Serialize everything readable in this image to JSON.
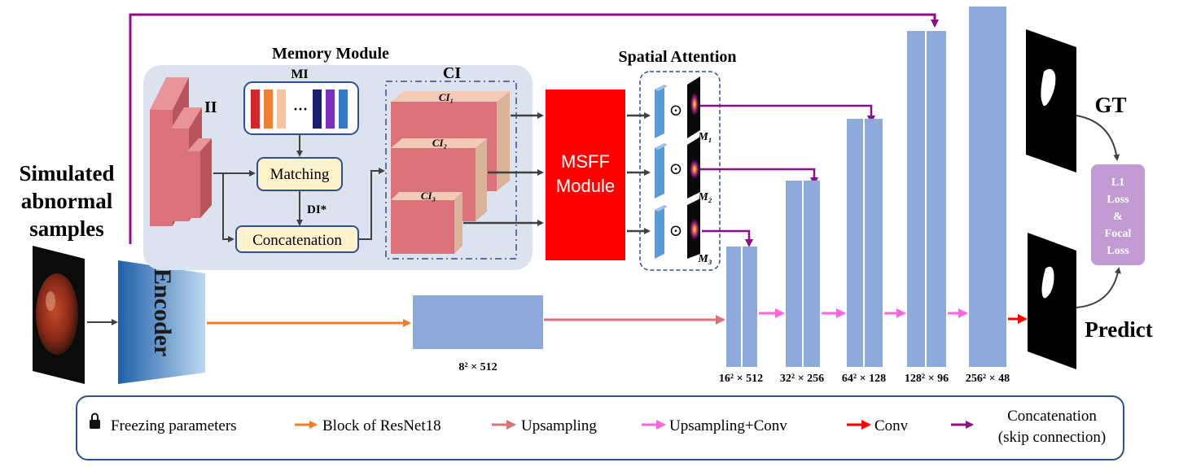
{
  "left_input": {
    "title_line1": "Simulated",
    "title_line2": "abnormal",
    "title_line3": "samples"
  },
  "encoder": {
    "label": "Encoder"
  },
  "memory_module": {
    "title": "Memory Module",
    "ii_label": "II",
    "mi_label": "MI",
    "mi_ellipsis": "···",
    "ci_label": "CI",
    "ci_items": [
      "CI₁",
      "CI₂",
      "CI₃"
    ],
    "matching_label": "Matching",
    "concat_label": "Concatenation",
    "di_label": "DI*",
    "mi_colors": [
      "#d0292b",
      "#f07f2e",
      "#f6c3a0",
      "#ffffff",
      "#1b1e6b",
      "#7b2fbf",
      "#3378c9"
    ]
  },
  "msff": {
    "line1": "MSFF",
    "line2": "Module"
  },
  "spatial_attention": {
    "title": "Spatial Attention",
    "odot": "⊙",
    "maps": [
      "M₁",
      "M₂",
      "M₃"
    ]
  },
  "decoder": {
    "bottleneck_label": "8² × 512",
    "stage_labels": [
      "16² × 512",
      "32² × 256",
      "64² × 128",
      "128² × 96",
      "256² × 48"
    ]
  },
  "outputs": {
    "gt_label": "GT",
    "predict_label": "Predict",
    "loss_line1": "L1",
    "loss_line2": "Loss",
    "loss_line3": "&",
    "loss_line4": "Focal",
    "loss_line5": "Loss"
  },
  "legend": {
    "freezing": "Freezing parameters",
    "resnet": "Block of ResNet18",
    "upsampling": "Upsampling",
    "upconv": "Upsampling+Conv",
    "conv": "Conv",
    "concat_line1": "Concatenation",
    "concat_line2": "(skip connection)"
  },
  "colors": {
    "orange": "#f47b2a",
    "upsample": "#d9737a",
    "upconv": "#ff66dd",
    "conv": "#ff0000",
    "skip": "#8a0d8a",
    "decoder_block": "#8eaadb",
    "msff_red": "#ff0000",
    "loss_purple": "#c39bd3"
  }
}
